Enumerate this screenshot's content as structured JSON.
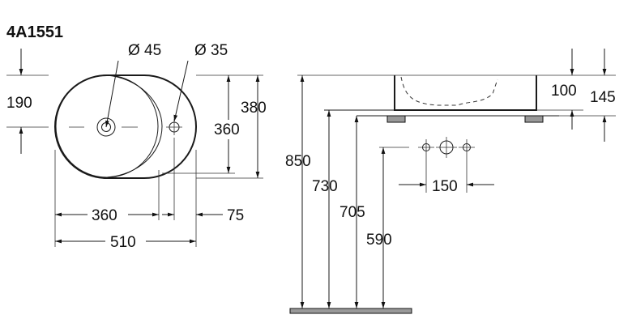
{
  "model": "4A1551",
  "labels": {
    "hole_large": "Ø 45",
    "hole_small": "Ø 35",
    "dim_190": "190",
    "dim_380": "380",
    "dim_360_height": "360",
    "dim_360_width": "360",
    "dim_75": "75",
    "dim_510": "510",
    "dim_850": "850",
    "dim_730": "730",
    "dim_705": "705",
    "dim_590": "590",
    "dim_100": "100",
    "dim_145": "145",
    "dim_150": "150"
  }
}
